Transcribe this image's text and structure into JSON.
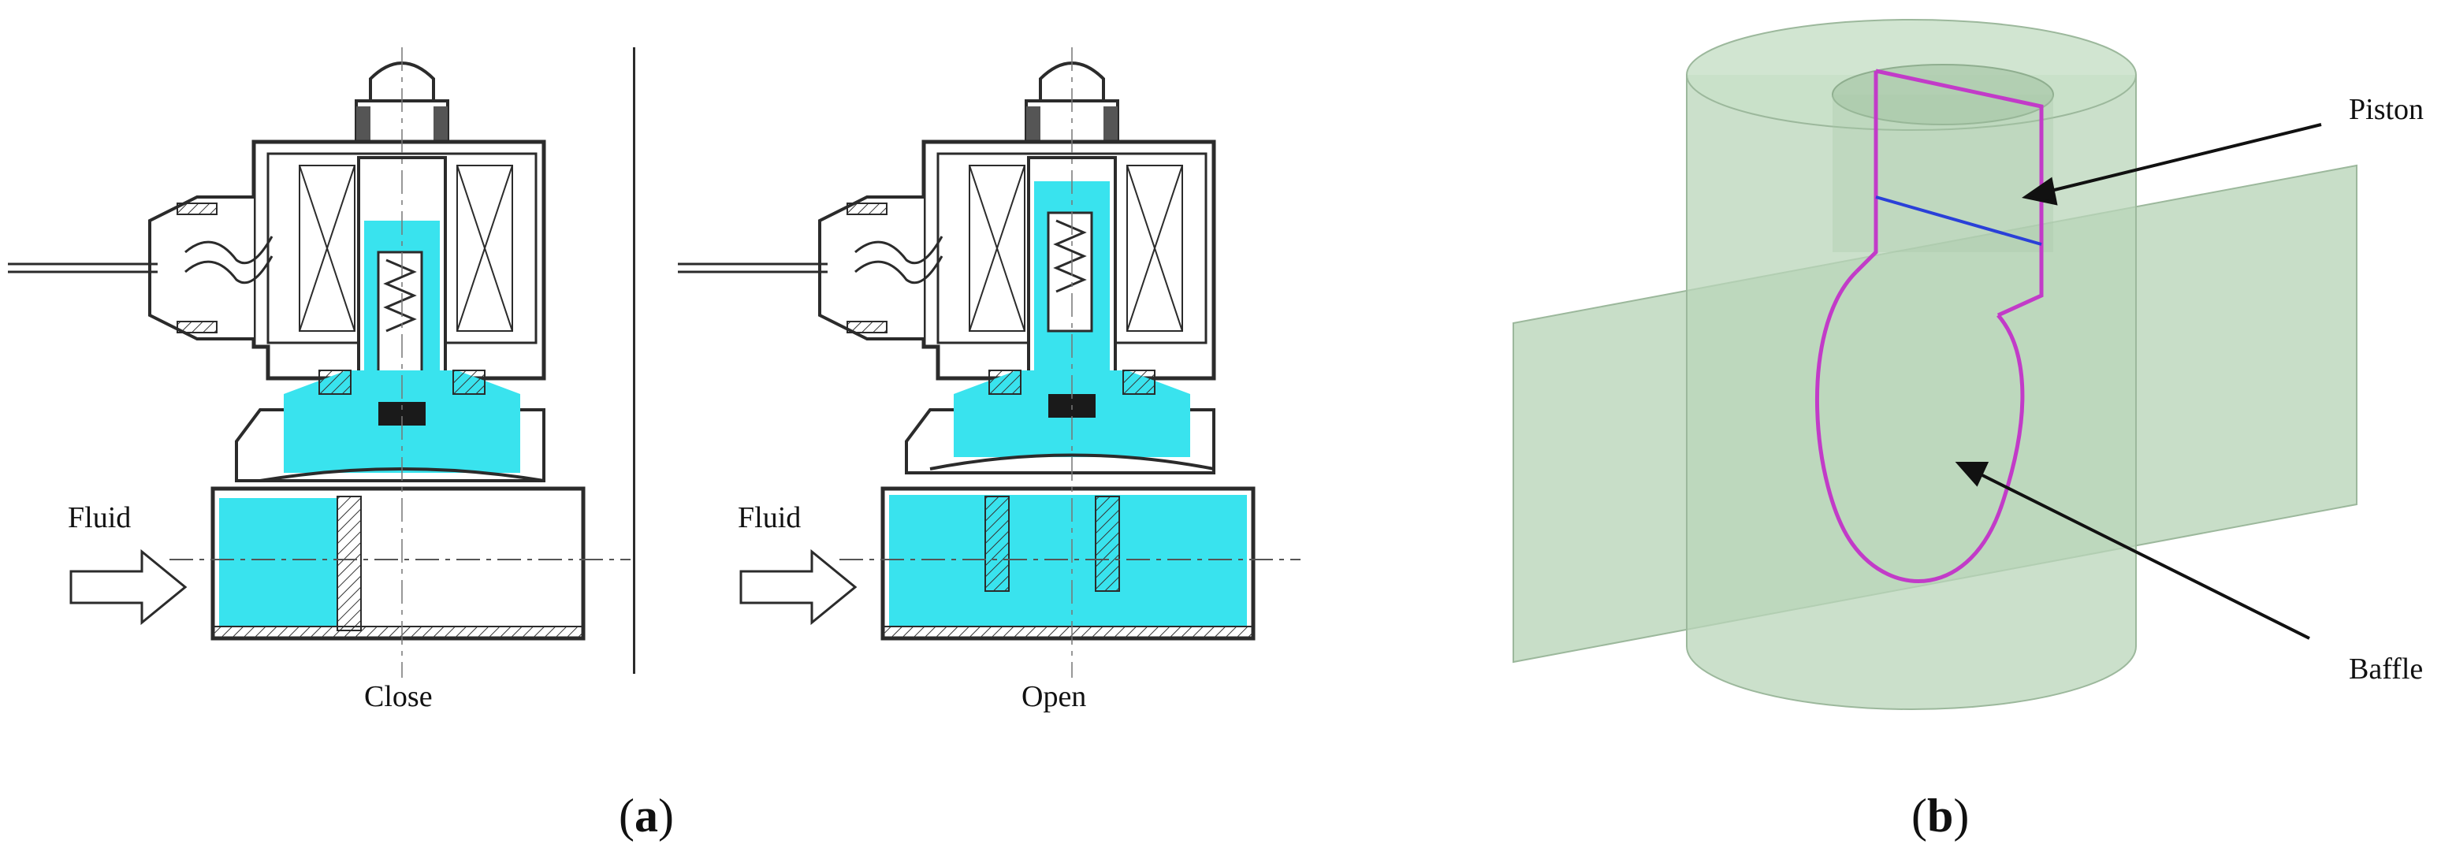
{
  "figure_a": {
    "left_valve": {
      "state_label": "Close",
      "inlet_label": "Fluid"
    },
    "right_valve": {
      "state_label": "Open",
      "inlet_label": "Fluid"
    },
    "subfigure_label": {
      "open": "(",
      "letter": "a",
      "close": ")"
    }
  },
  "figure_b": {
    "callouts": {
      "piston": "Piston",
      "baffle": "Baffle"
    },
    "subfigure_label": {
      "open": "(",
      "letter": "b",
      "close": ")"
    }
  },
  "colors": {
    "fluid": "#39e3ee",
    "line": "#2b2b2b",
    "body_fill": "#ffffff",
    "cylinder_fill": "#b6d3b6",
    "outline_magenta": "#c23bc8",
    "piston_line_blue": "#2a40d8"
  },
  "icons": [
    "arrow-outline-icon",
    "spring-icon",
    "coil-winding-icon",
    "callout-arrow-icon"
  ]
}
